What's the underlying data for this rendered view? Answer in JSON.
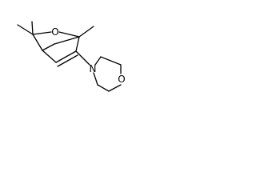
{
  "molecule": {
    "atoms": {
      "ring_oxygen": "O",
      "amine_nitrogen": "N",
      "morpholine_oxygen": "O"
    }
  }
}
